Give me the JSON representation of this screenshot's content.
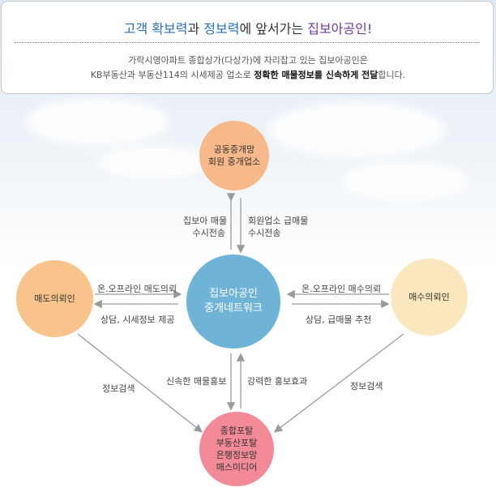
{
  "header": {
    "headline": {
      "part1": "고객 확보력",
      "part2": "과 ",
      "part3": "정보력",
      "part4": "에 앞서가는 ",
      "part5": "집보아공인!"
    },
    "desc_line1": "가락시영아파트 종합상가(다상가)에 자리잡고 있는 집보아공인은",
    "desc_line2_a": "KB부동산과 부동산114의 시세제공 업소로 ",
    "desc_line2_b": "정확한 매물정보를 신속하게 전달",
    "desc_line2_c": "합니다."
  },
  "nodes": {
    "top": {
      "line1": "공동중개망",
      "line2": "회원 중개업소"
    },
    "left": {
      "label": "매도의뢰인"
    },
    "center": {
      "line1": "집보아공인",
      "line2": "중개네트워크"
    },
    "right": {
      "label": "매수의뢰인"
    },
    "bottom": {
      "line1": "종합포탈",
      "line2": "부동산포탈",
      "line3": "은행정보망",
      "line4": "매스미디어"
    }
  },
  "edges": {
    "top_down": {
      "line1": "집보아 매물",
      "line2": "수시전송"
    },
    "top_up": {
      "line1": "회원업소 급매물",
      "line2": "수시전송"
    },
    "left_in": "온.오프라인 매도의뢰",
    "left_out": "상담, 시세정보 제공",
    "right_in": "온.오프라인 매수의뢰",
    "right_out": "상담, 급매물 추천",
    "left_bottom": "정보검색",
    "right_bottom": "정보검색",
    "center_down": "신속한 매물홍보",
    "center_up": "강력한 홍보효과"
  },
  "colors": {
    "top_node": "#f7b88a",
    "left_node": "#f9c48c",
    "right_node": "#fbe7bd",
    "center_node": "#6fb3d6",
    "bottom_node": "#f28a98",
    "arrow": "#9a9a9a"
  }
}
